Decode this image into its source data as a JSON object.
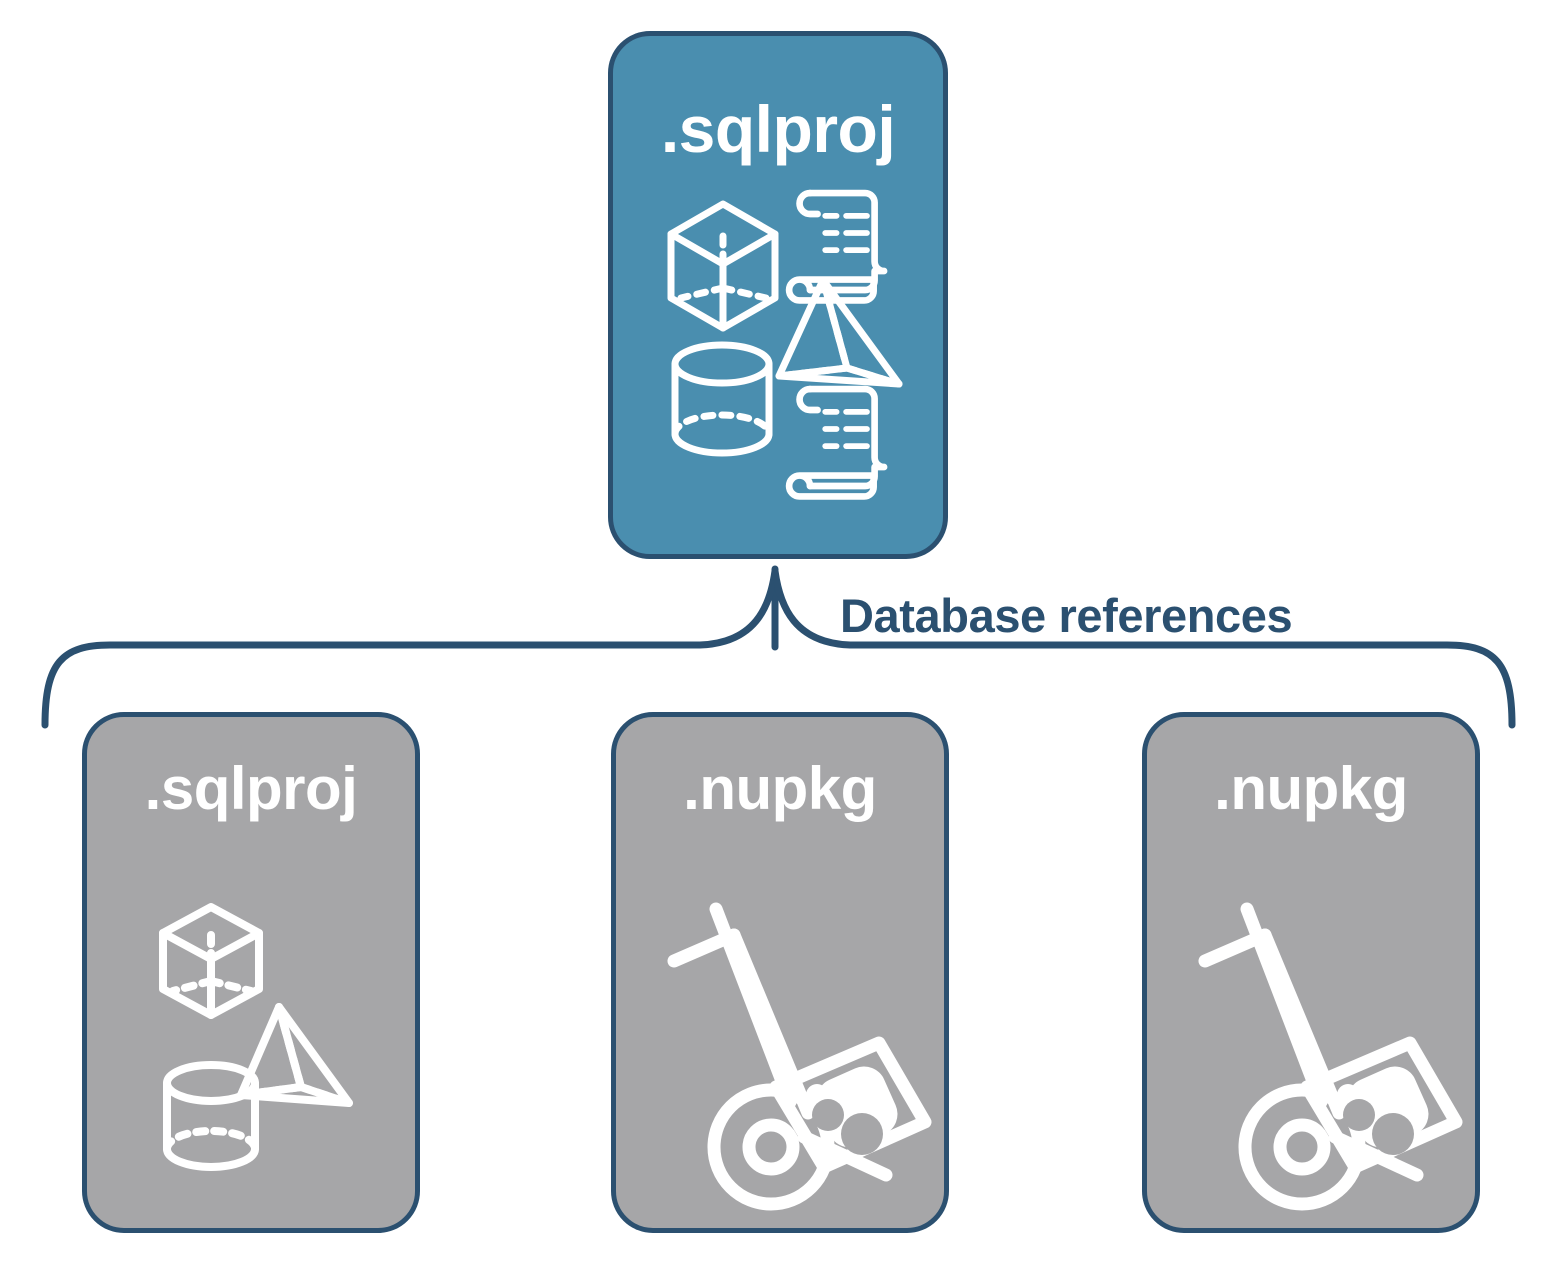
{
  "diagram": {
    "title_top": ".sqlproj",
    "connector_label": "Database references",
    "colors": {
      "project_fill": "#4a8eaf",
      "reference_fill": "#a6a6a8",
      "outline": "#2b5070",
      "label_text": "#2b5070",
      "icon_stroke": "#ffffff",
      "background": "#ffffff"
    }
  },
  "top_node": {
    "label": ".sqlproj",
    "kind": "sql-database-project",
    "icons": [
      "cube-icon",
      "scroll-icon",
      "pyramid-icon",
      "cylinder-icon",
      "scroll-icon"
    ]
  },
  "connector": {
    "label": "Database references",
    "style": "curly-brace"
  },
  "reference_nodes": [
    {
      "label": ".sqlproj",
      "kind": "sql-database-project",
      "icons": [
        "cube-icon",
        "pyramid-icon",
        "cylinder-icon"
      ]
    },
    {
      "label": ".nupkg",
      "kind": "nuget-package",
      "icons": [
        "hand-truck-package-icon"
      ]
    },
    {
      "label": ".nupkg",
      "kind": "nuget-package",
      "icons": [
        "hand-truck-package-icon"
      ]
    }
  ]
}
